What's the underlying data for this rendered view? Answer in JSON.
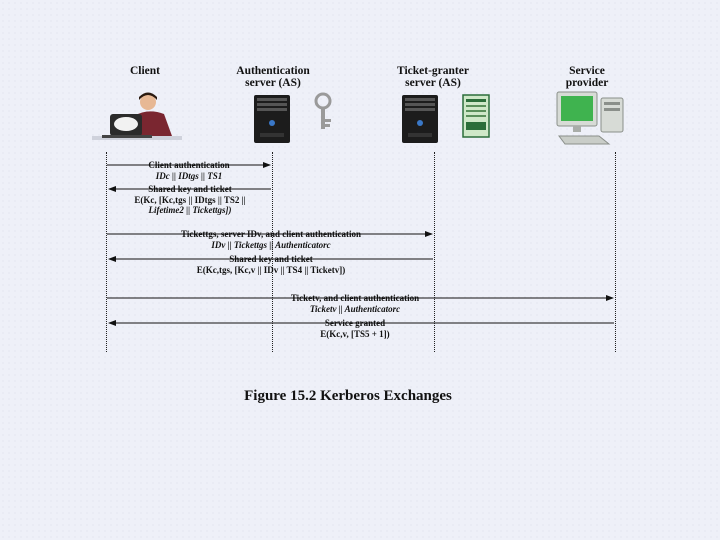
{
  "headers": {
    "client": [
      "Client"
    ],
    "as": [
      "Authentication",
      "server (AS)"
    ],
    "tgs": [
      "Ticket-granter",
      "server (AS)"
    ],
    "sp": [
      "Service",
      "provider"
    ]
  },
  "messages": {
    "m1": [
      "Client authentication",
      "IDc || IDtgs || TS1"
    ],
    "m2": [
      "Shared key and ticket",
      "E(Kc, [Kc,tgs || IDtgs || TS2 ||",
      "Lifetime2 || Tickettgs])"
    ],
    "m3": [
      "Tickettgs, server IDv, and client authentication",
      "IDv || Tickettgs || Authenticatorc"
    ],
    "m4": [
      "Shared key and ticket",
      "E(Kc,tgs, [Kc,v || IDv || TS4 || Ticketv])"
    ],
    "m5": [
      "Ticketv, and client authentication",
      "Ticketv || Authenticatorc"
    ],
    "m6": [
      "Service granted",
      "E(Kc,v, [TS5 + 1])"
    ]
  },
  "caption": "Figure 15.2  Kerberos Exchanges",
  "icons": [
    "client-person-icon",
    "as-server-icon",
    "key-icon",
    "tgs-server-icon",
    "ticket-icon",
    "service-computer-icon"
  ],
  "colors": {
    "arrow": "#111111",
    "dotted": "#222222",
    "server": "#1c1c1c",
    "screen": "#3fb34f"
  }
}
